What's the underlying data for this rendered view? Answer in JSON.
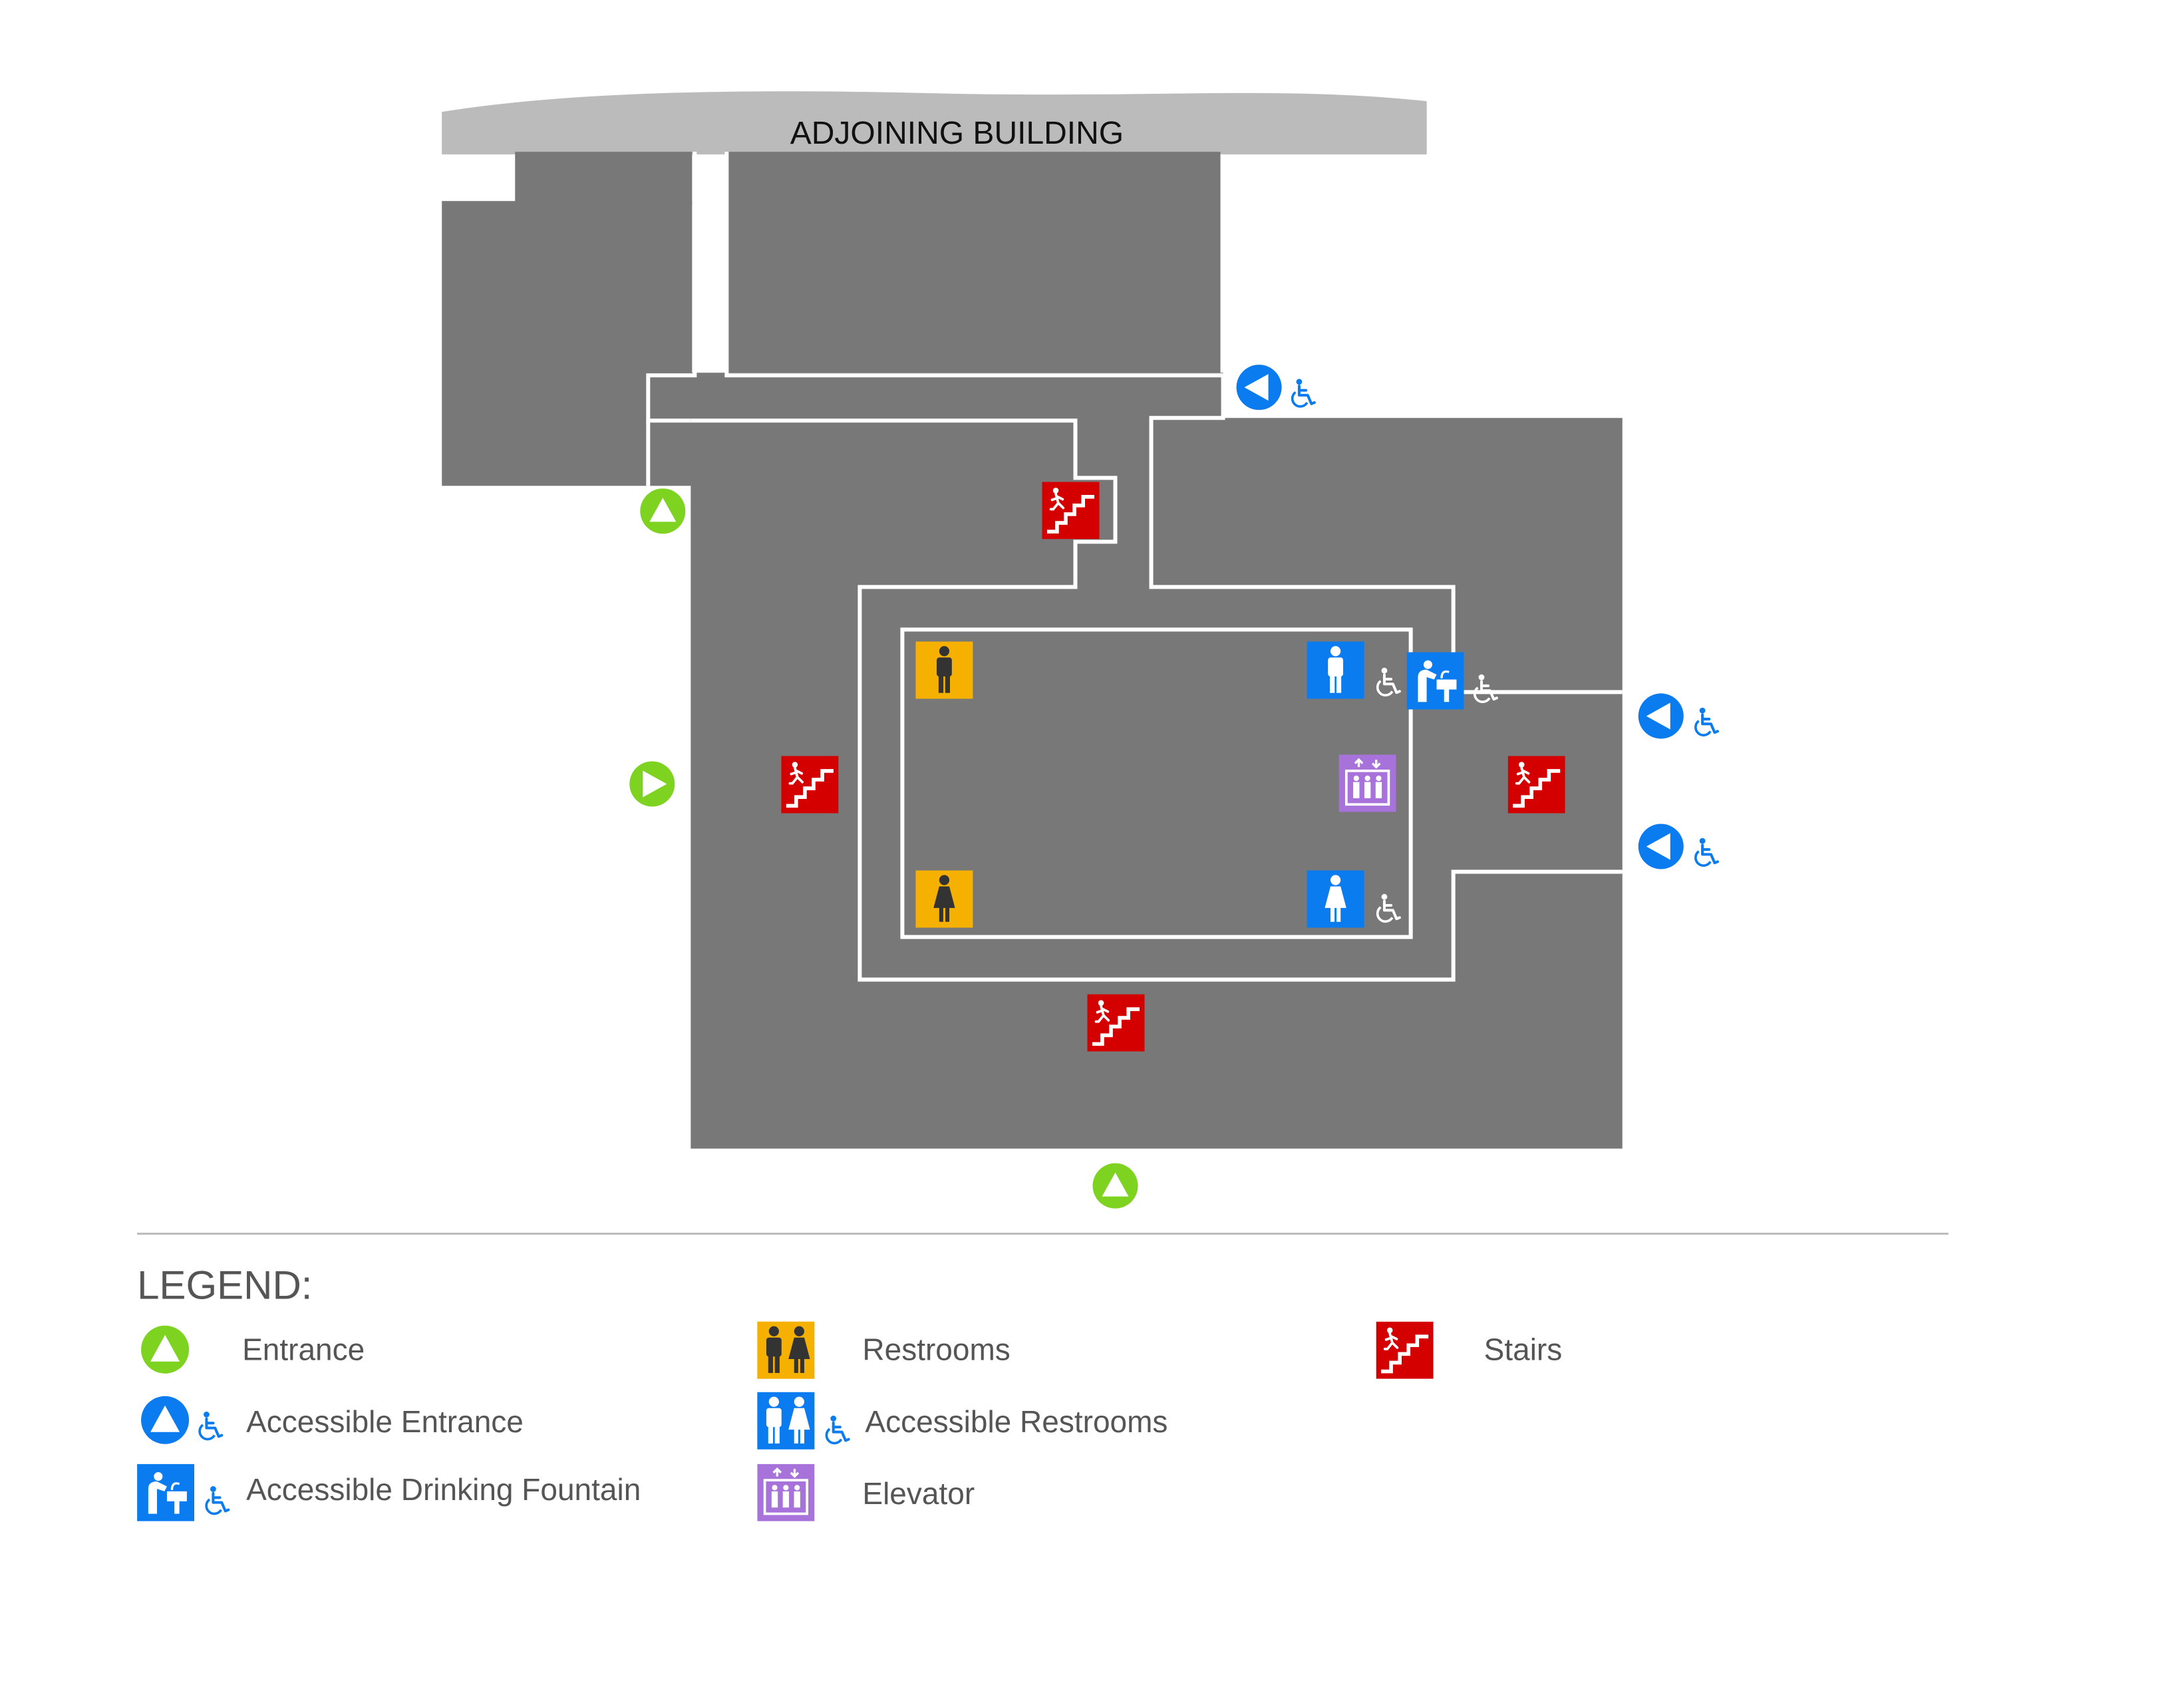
{
  "map": {
    "adjoining_building_label": "ADJOINING BUILDING"
  },
  "legend": {
    "title": "LEGEND:",
    "items": {
      "entrance": "Entrance",
      "accessible_entrance": "Accessible Entrance",
      "accessible_drinking_fountain": "Accessible Drinking Fountain",
      "restrooms": "Restrooms",
      "accessible_restrooms": "Accessible Restrooms",
      "elevator": "Elevator",
      "stairs": "Stairs"
    }
  },
  "colors": {
    "building": "#787878",
    "adjoining": "#bbbbbb",
    "corridor": "#ffffff",
    "entrance": "#7ed321",
    "accessible": "#0a7cf0",
    "stairs": "#d40000",
    "restroom": "#f5b000",
    "elevator": "#a772d9",
    "text": "#555555",
    "divider": "#bbbbbb"
  },
  "icons": {
    "entrance": "entrance-triangle-icon",
    "accessible_entrance": "accessible-entrance-icon",
    "wheelchair": "wheelchair-icon",
    "stairs": "stairs-icon",
    "restroom_men": "men-restroom-icon",
    "restroom_women": "women-restroom-icon",
    "elevator": "elevator-icon",
    "fountain": "drinking-fountain-icon"
  }
}
